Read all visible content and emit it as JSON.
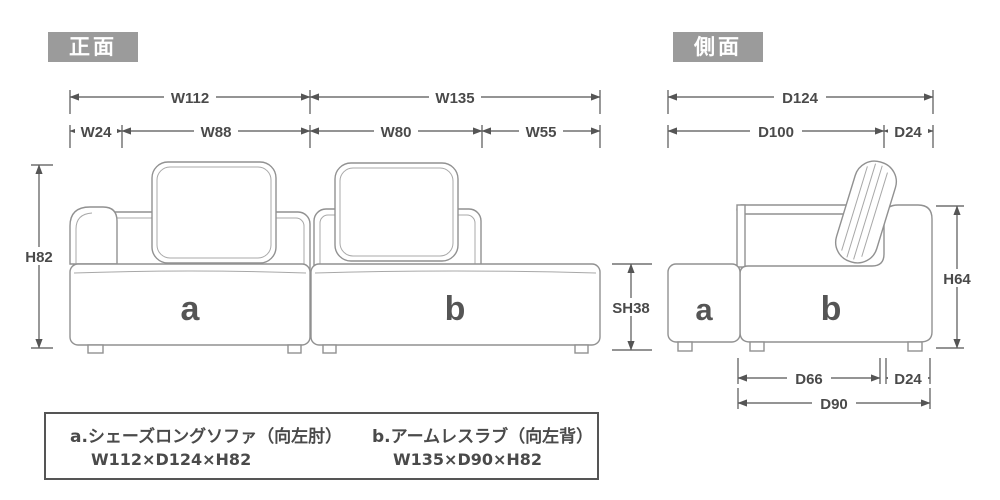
{
  "front_view": {
    "badge": "正面",
    "unit_a_label": "a",
    "unit_b_label": "b",
    "dims": {
      "w112": "W112",
      "w135": "W135",
      "w24": "W24",
      "w88": "W88",
      "w80": "W80",
      "w55": "W55",
      "h82": "H82",
      "sh38": "SH38"
    }
  },
  "side_view": {
    "badge": "側面",
    "unit_a_label": "a",
    "unit_b_label": "b",
    "dims": {
      "d124": "D124",
      "d100": "D100",
      "d24_upper": "D24",
      "h64": "H64",
      "d66": "D66",
      "d24_lower": "D24",
      "d90": "D90"
    }
  },
  "legend": {
    "item_a": {
      "title": "a.シェーズロングソファ（向左肘）",
      "size": "W112×D124×H82"
    },
    "item_b": {
      "title": "b.アームレスラブ（向左背）",
      "size": "W135×D90×H82"
    }
  },
  "colors": {
    "badge_bg": "#9b9b9b",
    "dimension_line": "#555555",
    "furniture_outline": "#919191",
    "text": "#4a4a4a"
  }
}
